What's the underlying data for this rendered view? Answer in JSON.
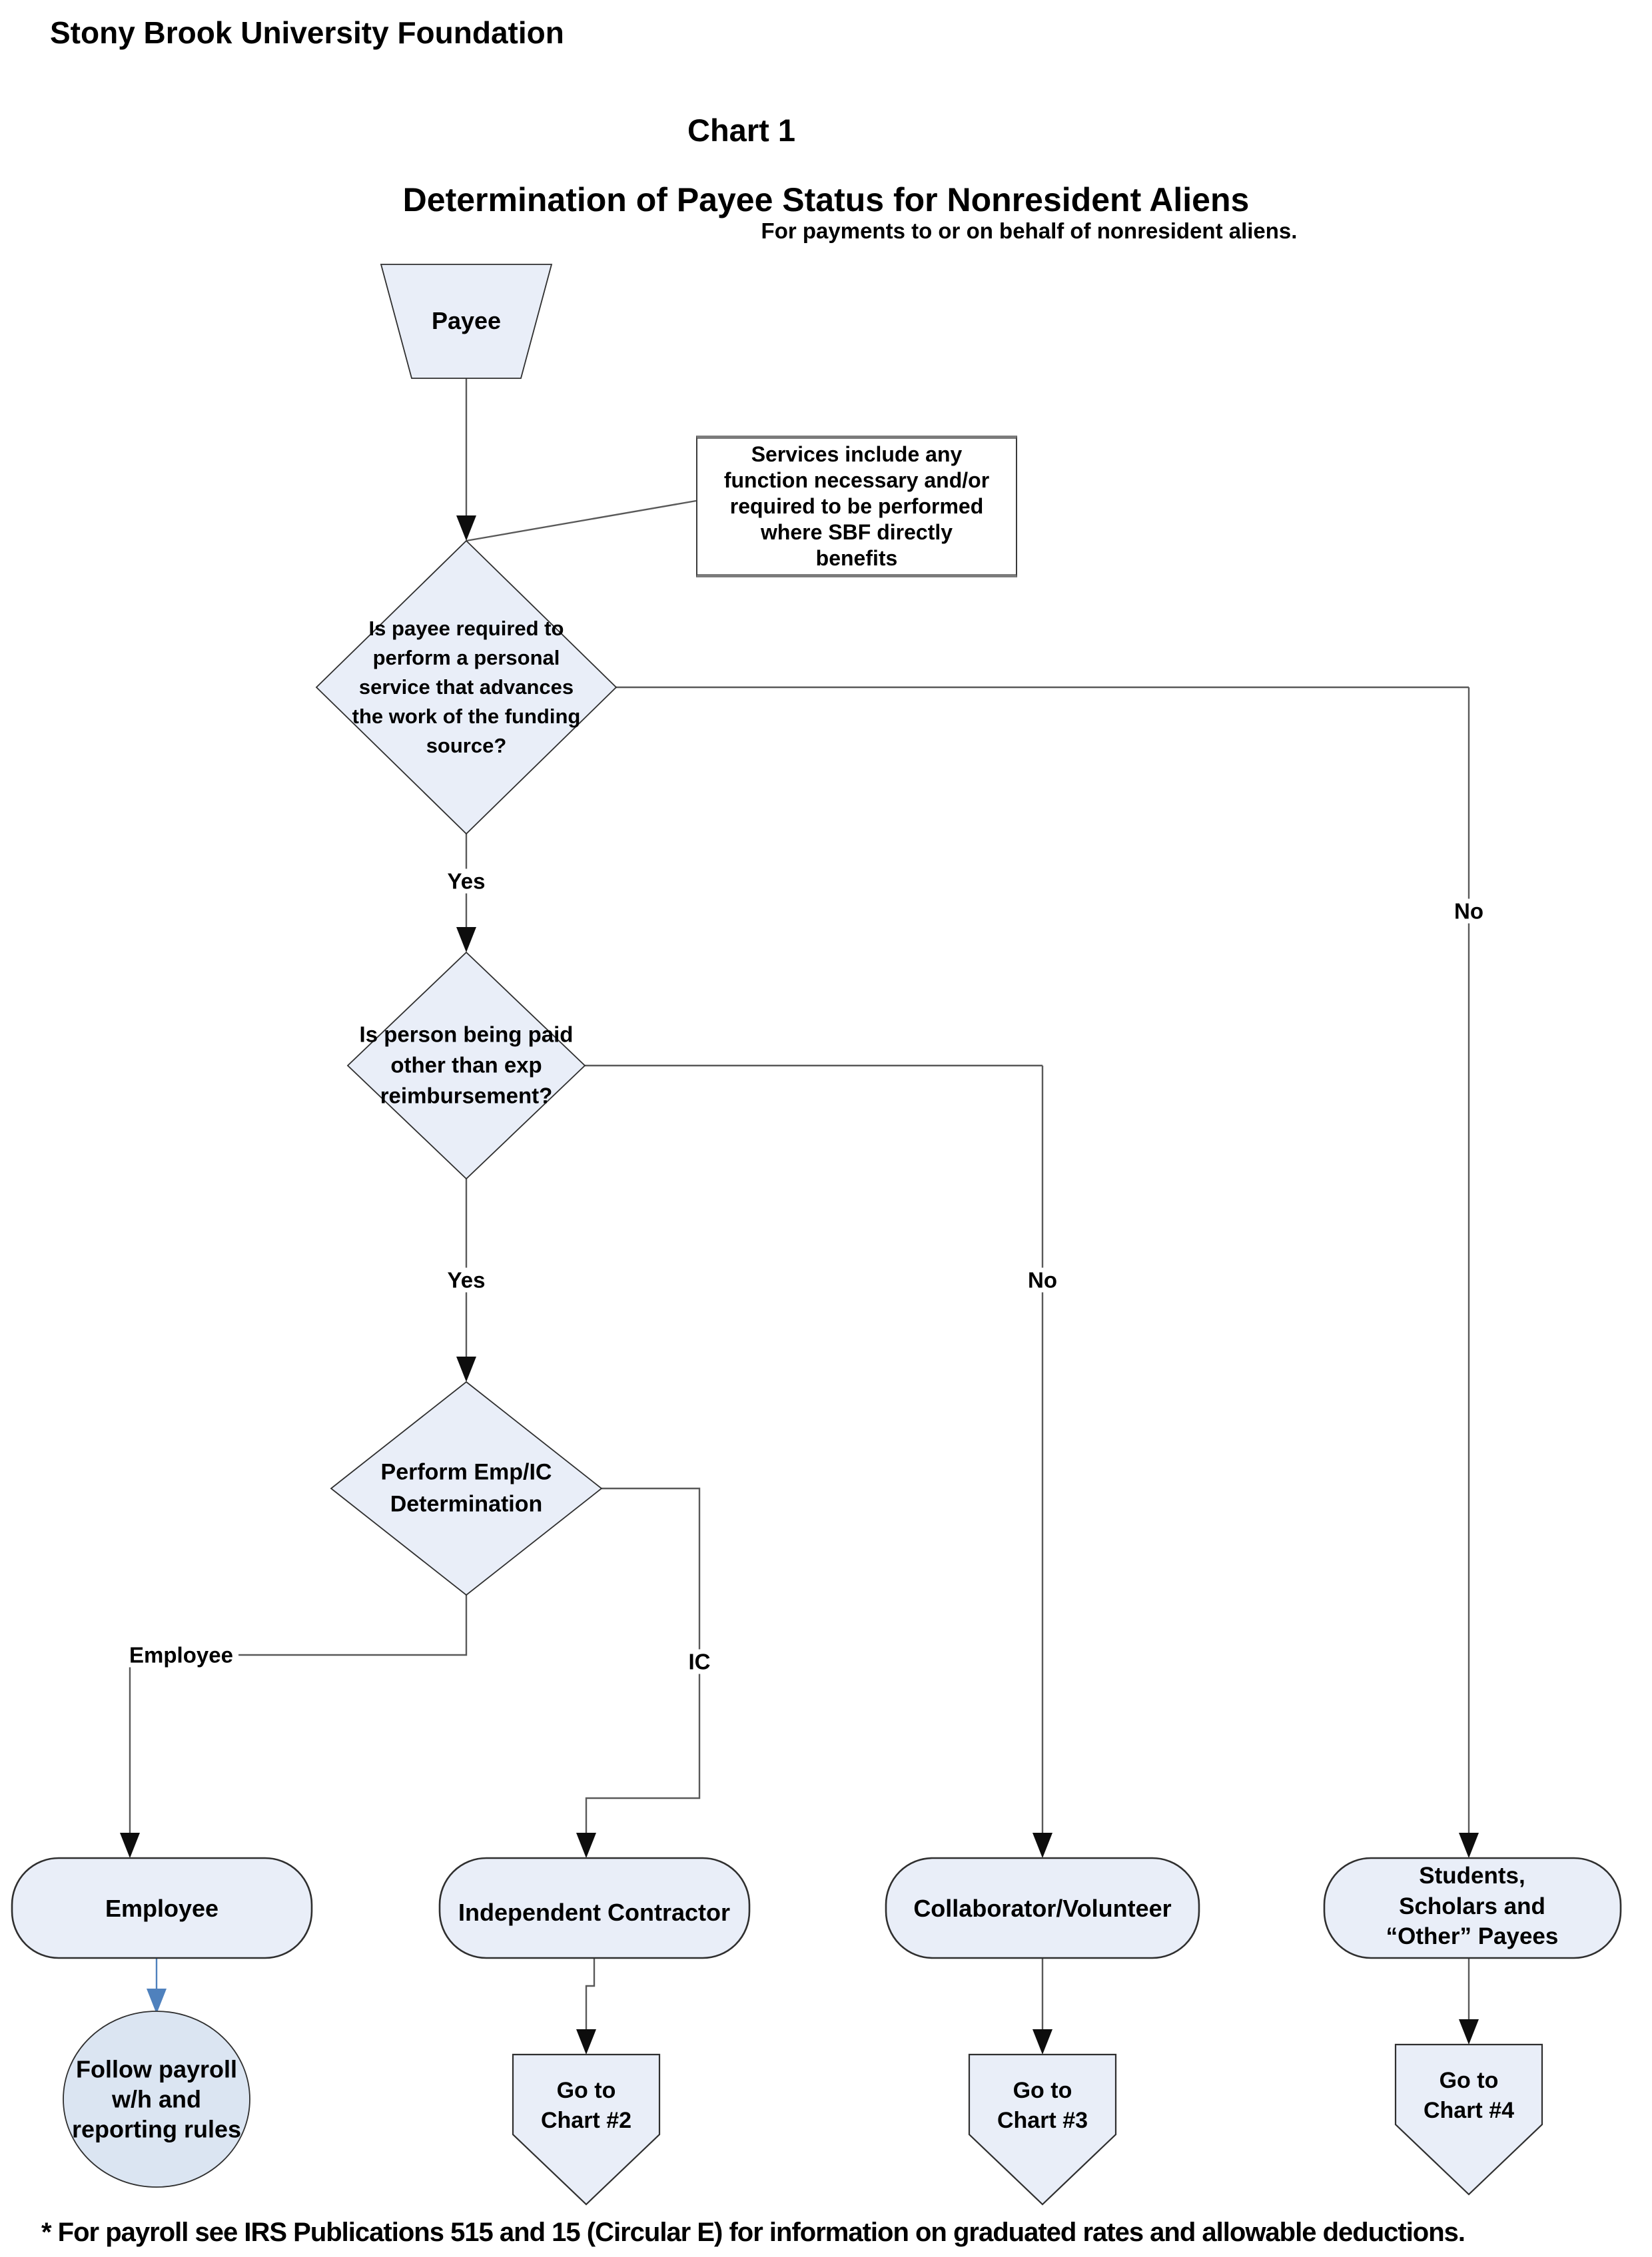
{
  "page": {
    "org_title": "Stony Brook University Foundation",
    "chart_number": "Chart 1",
    "title": "Determination of Payee Status for Nonresident Aliens",
    "subtitle": "For payments to or on behalf of nonresident aliens.",
    "footnote": "* For payroll see IRS Publications 515 and 15 (Circular E) for information on graduated rates and allowable deductions."
  },
  "nodes": {
    "payee": "Payee",
    "note": "Services include any\nfunction necessary and/or\nrequired to be performed\nwhere SBF directly\nbenefits",
    "decision_personal_service": "Is payee required to\nperform a personal\nservice that advances\nthe work of the funding\nsource?",
    "decision_paid_other": "Is person being paid\nother than exp\nreimbursement?",
    "decision_emp_ic": "Perform Emp/IC\nDetermination",
    "employee_terminator": "Employee",
    "independent_contractor_terminator": "Independent Contractor",
    "collaborator_terminator": "Collaborator/Volunteer",
    "students_terminator": "Students, Scholars and\n“Other” Payees",
    "payroll_circle": "Follow payroll\nw/h and\nreporting rules",
    "goto_chart2": "Go to\nChart #2",
    "goto_chart3": "Go to\nChart #3",
    "goto_chart4": "Go to\nChart #4"
  },
  "edges": {
    "d1_yes": "Yes",
    "d1_no": "No",
    "d2_yes": "Yes",
    "d2_no": "No",
    "d3_employee": "Employee",
    "d3_ic": "IC"
  },
  "colors": {
    "shape_fill": "#e9eef8",
    "circle_fill": "#dbe5f2",
    "shape_stroke": "#2f2f2f",
    "line_color": "#595959",
    "accent_arrow": "#4f81bd"
  }
}
